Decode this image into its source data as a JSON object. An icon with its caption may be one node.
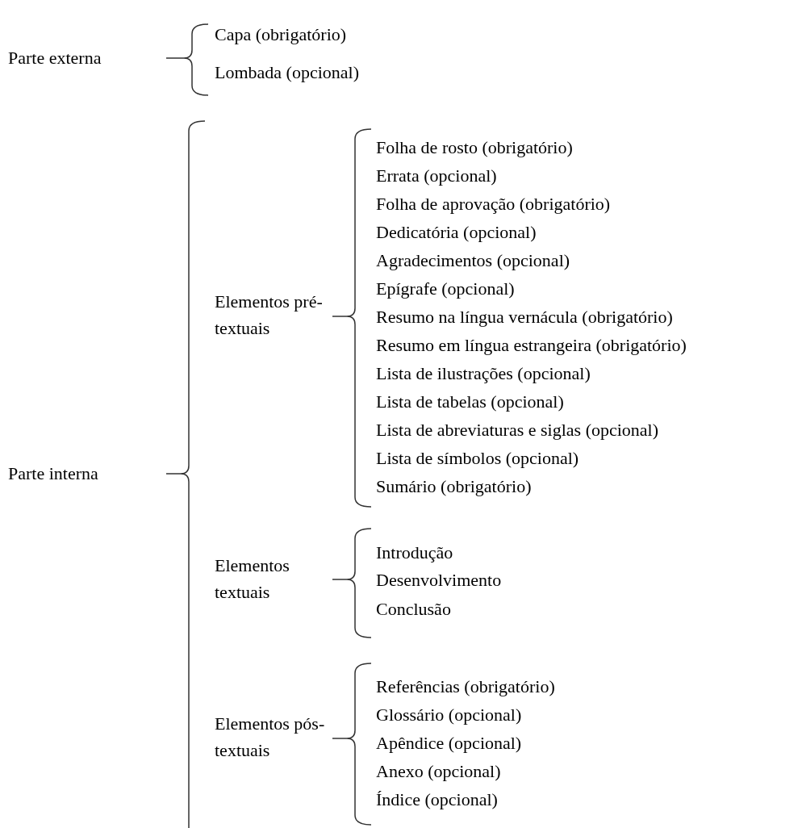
{
  "diagram": {
    "labels": [
      "Parte externa",
      "Capa (obrigatório)",
      "Lombada (opcional)",
      "Parte interna",
      "Elementos pré-textuais",
      "Folha de rosto (obrigatório)",
      "Errata (opcional)",
      "Folha de aprovação (obrigatório)",
      "Dedicatória (opcional)",
      "Agradecimentos (opcional)",
      "Epígrafe (opcional)",
      "Resumo na língua vernácula (obrigatório)",
      "Resumo em língua estrangeira (obrigatório)",
      "Lista de ilustrações (opcional)",
      "Lista de tabelas (opcional)",
      "Lista de abreviaturas e siglas (opcional)",
      "Lista de símbolos (opcional)",
      "Sumário (obrigatório)",
      "Elementos textuais",
      "Introdução",
      "Desenvolvimento",
      "Conclusão",
      "Elementos pós-textuais",
      "Referências (obrigatório)",
      "Glossário (opcional)",
      "Apêndice (opcional)",
      "Anexo (opcional)",
      "Índice (opcional)"
    ]
  }
}
